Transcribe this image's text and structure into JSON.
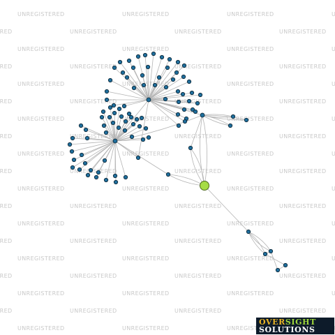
{
  "watermark": {
    "text": "UNREGISTERED"
  },
  "branding": {
    "logo_part1": "OVER",
    "logo_part2": "SIGHT",
    "logo_part3": "SOLUTIONS",
    "colors": {
      "background": "#0d1b2a",
      "over": "#e9b424",
      "sight": "#9fd63a",
      "solutions": "#ffffff"
    }
  },
  "network": {
    "colors": {
      "edge": "#b4b4b4",
      "node_fill": "#1f6e9c",
      "node_stroke": "#0b2433",
      "focus_fill": "#a6dc45",
      "focus_stroke": "#4e6a1c"
    },
    "focus_node": "focus"
  }
}
